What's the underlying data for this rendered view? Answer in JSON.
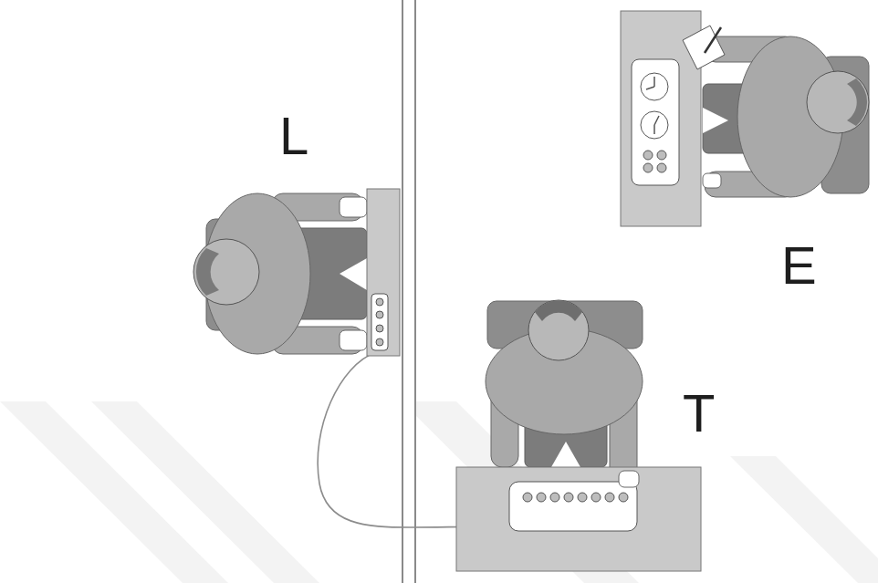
{
  "diagram": {
    "labels": [
      "L",
      "E",
      "T"
    ]
  }
}
